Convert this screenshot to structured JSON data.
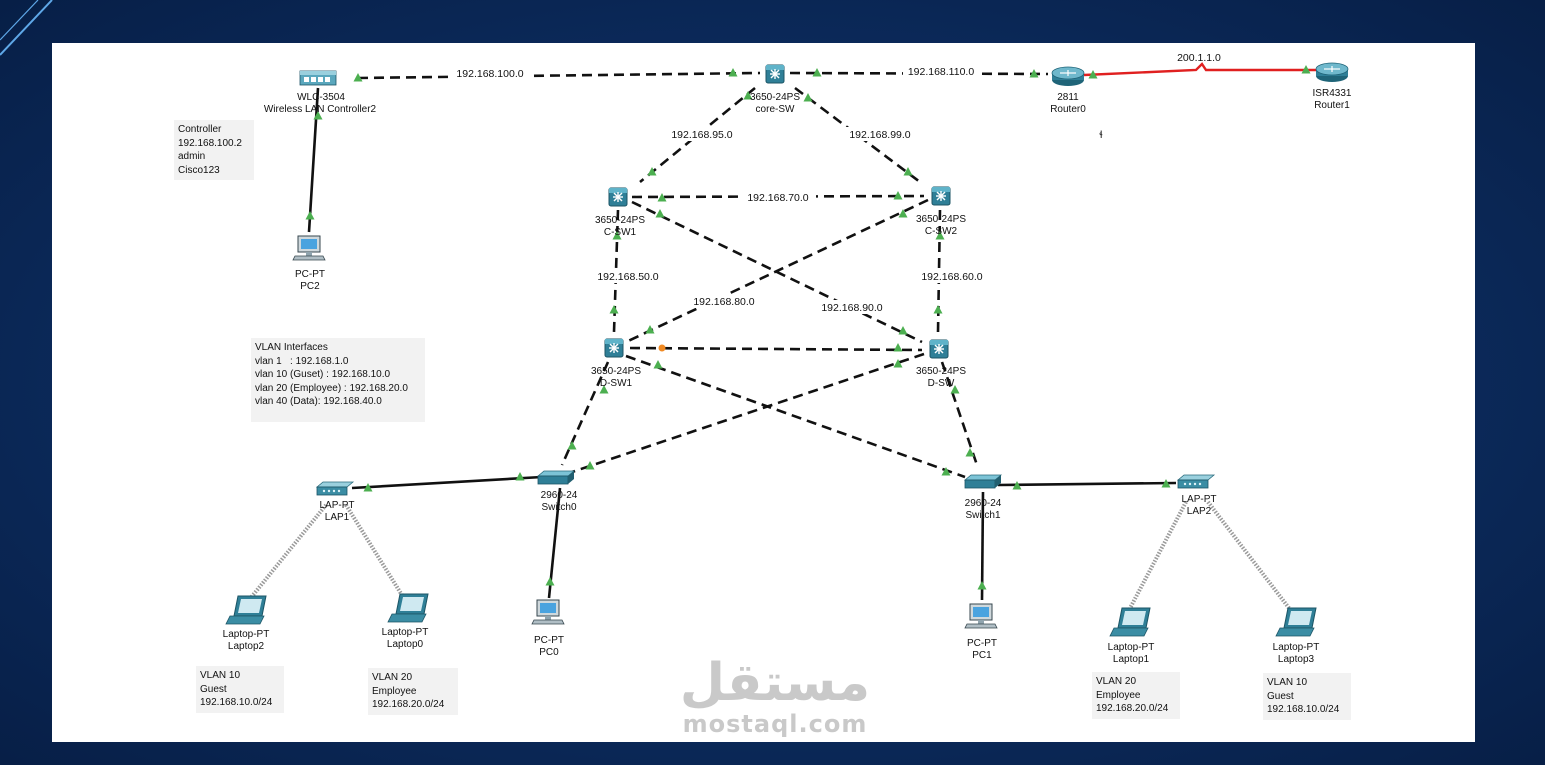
{
  "devices": {
    "wlc": {
      "model": "WLC-3504",
      "name": "Wireless LAN Controller2"
    },
    "core": {
      "model": "3650-24PS",
      "name": "core-SW"
    },
    "router0": {
      "model": "2811",
      "name": "Router0"
    },
    "router1": {
      "model": "ISR4331",
      "name": "Router1"
    },
    "csw1": {
      "model": "3650-24PS",
      "name": "C-SW1"
    },
    "csw2": {
      "model": "3650-24PS",
      "name": "C-SW2"
    },
    "dsw1": {
      "model": "3650-24PS",
      "name": "D-SW1"
    },
    "dsw2": {
      "model": "3650-24PS",
      "name": "D-SW"
    },
    "switch0": {
      "model": "2960-24",
      "name": "Switch0"
    },
    "switch1": {
      "model": "2960-24",
      "name": "Switch1"
    },
    "lap1": {
      "model": "LAP-PT",
      "name": "LAP1"
    },
    "lap2": {
      "model": "LAP-PT",
      "name": "LAP2"
    },
    "pc2": {
      "model": "PC-PT",
      "name": "PC2"
    },
    "pc0": {
      "model": "PC-PT",
      "name": "PC0"
    },
    "pc1": {
      "model": "PC-PT",
      "name": "PC1"
    },
    "laptop2": {
      "model": "Laptop-PT",
      "name": "Laptop2"
    },
    "laptop0": {
      "model": "Laptop-PT",
      "name": "Laptop0"
    },
    "laptop1": {
      "model": "Laptop-PT",
      "name": "Laptop1"
    },
    "laptop3": {
      "model": "Laptop-PT",
      "name": "Laptop3"
    }
  },
  "networks": {
    "wlc_core": "192.168.100.0",
    "core_r0": "192.168.110.0",
    "r0_r1": "200.1.1.0",
    "core_csw1": "192.168.95.0",
    "core_csw2": "192.168.99.0",
    "csw1_csw2": "192.168.70.0",
    "csw1_dsw1": "192.168.50.0",
    "csw2_dsw2": "192.168.60.0",
    "csw2_dsw1": "192.168.80.0",
    "csw1_dsw2": "192.168.90.0"
  },
  "notes": {
    "controller": [
      "Controller",
      "192.168.100.2",
      "admin",
      "Cisco123"
    ],
    "vlan_interfaces": [
      "VLAN Interfaces",
      "vlan 1   : 192.168.1.0",
      "vlan 10 (Guset) : 192.168.10.0",
      "vlan 20 (Employee) : 192.168.20.0",
      "vlan 40 (Data): 192.168.40.0"
    ],
    "laptop2": [
      "VLAN 10",
      "Guest",
      "192.168.10.0/24"
    ],
    "laptop0": [
      "VLAN 20",
      "Employee",
      "192.168.20.0/24"
    ],
    "laptop1": [
      "VLAN 20",
      "Employee",
      "192.168.20.0/24"
    ],
    "laptop3": [
      "VLAN 10",
      "Guest",
      "192.168.10.0/24"
    ]
  },
  "stray_mark": "ɬ",
  "watermark": {
    "arabic": "مستقل",
    "latin": "mostaql.com"
  },
  "colors": {
    "background": "#0b2a5c",
    "link": "#111111",
    "serial": "#e02020",
    "port_up": "#4caf50",
    "port_amber": "#f08a24",
    "wireless": "#9a9a9a",
    "device": "#3a8fa6"
  }
}
